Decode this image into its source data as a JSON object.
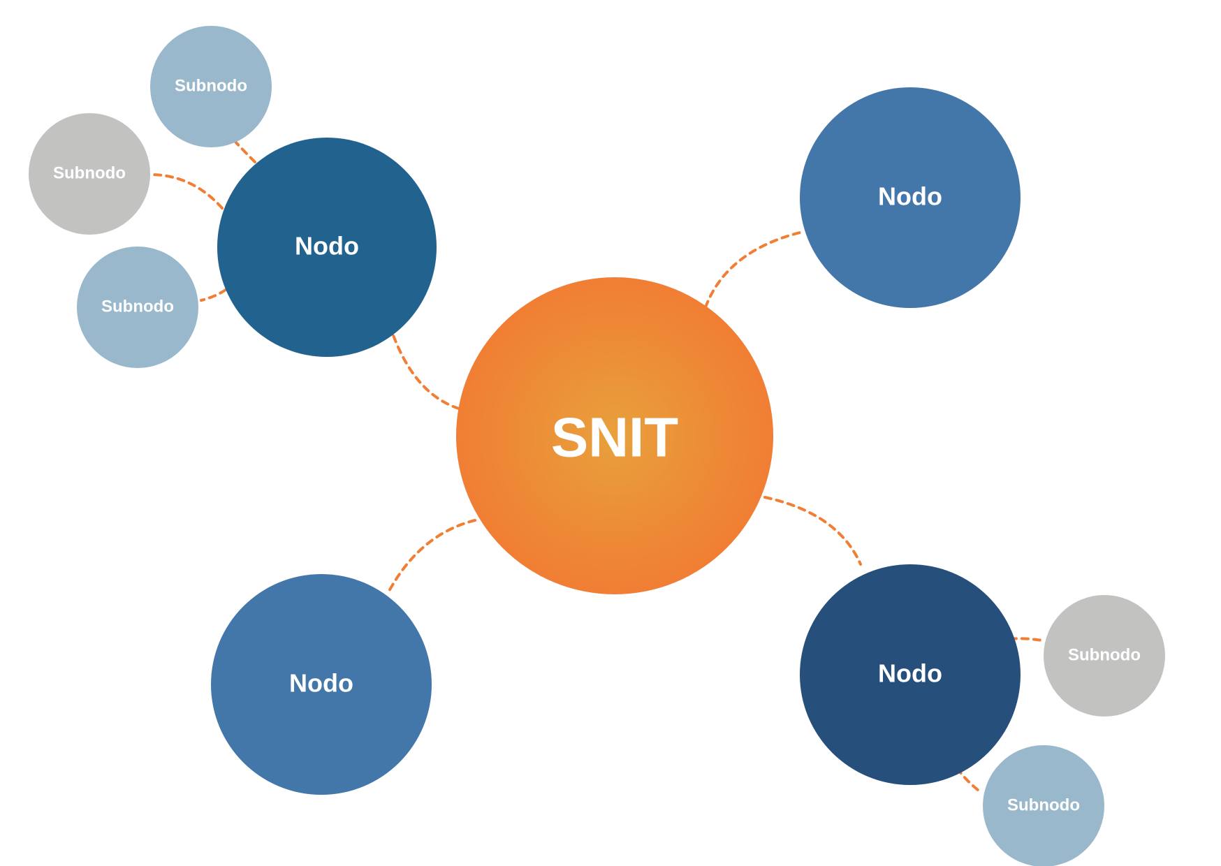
{
  "diagram": {
    "center": {
      "label": "SNIT"
    },
    "nodes": [
      {
        "label": "Nodo",
        "color": "#21628F",
        "subnodes": [
          {
            "label": "Subnodo",
            "color": "#9AB8CB"
          },
          {
            "label": "Subnodo",
            "color": "#C2C3C1"
          },
          {
            "label": "Subnodo",
            "color": "#9AB8CB"
          }
        ]
      },
      {
        "label": "Nodo",
        "color": "#4376A9",
        "subnodes": []
      },
      {
        "label": "Nodo",
        "color": "#4376A9",
        "subnodes": []
      },
      {
        "label": "Nodo",
        "color": "#264F7C",
        "subnodes": [
          {
            "label": "Subnodo",
            "color": "#C2C3C1"
          },
          {
            "label": "Subnodo",
            "color": "#9AB8CB"
          }
        ]
      }
    ]
  },
  "colors": {
    "center_inner": "#E8A03C",
    "center_outer": "#F07E34",
    "connector": "#F07E34",
    "label": "#FFFFFF"
  }
}
